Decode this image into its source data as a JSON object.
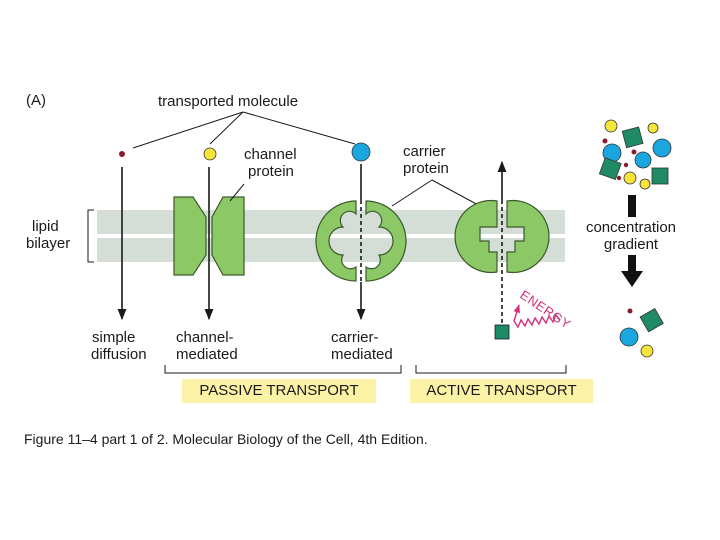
{
  "panel_label": "(A)",
  "transported_molecule_label": "transported molecule",
  "channel_protein_label": [
    "channel",
    "protein"
  ],
  "carrier_protein_label": [
    "carrier",
    "protein"
  ],
  "lipid_bilayer_label": [
    "lipid",
    "bilayer"
  ],
  "energy_label": "ENERGY",
  "concentration_gradient_label": [
    "concentration",
    "gradient"
  ],
  "mechanisms": {
    "simple": [
      "simple",
      "diffusion"
    ],
    "channel": [
      "channel-",
      "mediated"
    ],
    "carrier": [
      "carrier-",
      "mediated"
    ]
  },
  "passive_transport_label": "PASSIVE TRANSPORT",
  "active_transport_label": "ACTIVE TRANSPORT",
  "caption": "Figure 11–4 part 1 of 2. Molecular Biology of the Cell, 4th Edition.",
  "colors": {
    "membrane": "#d4ddd6",
    "protein": "#8cc866",
    "protein_outline": "#3a5a2a",
    "label_box": "#fbf2a6",
    "energy": "#d4307a",
    "molecule_red": "#8a1a2a",
    "molecule_yellow": "#f5e43a",
    "molecule_blue": "#1aa6df",
    "molecule_green": "#1e8a66"
  }
}
